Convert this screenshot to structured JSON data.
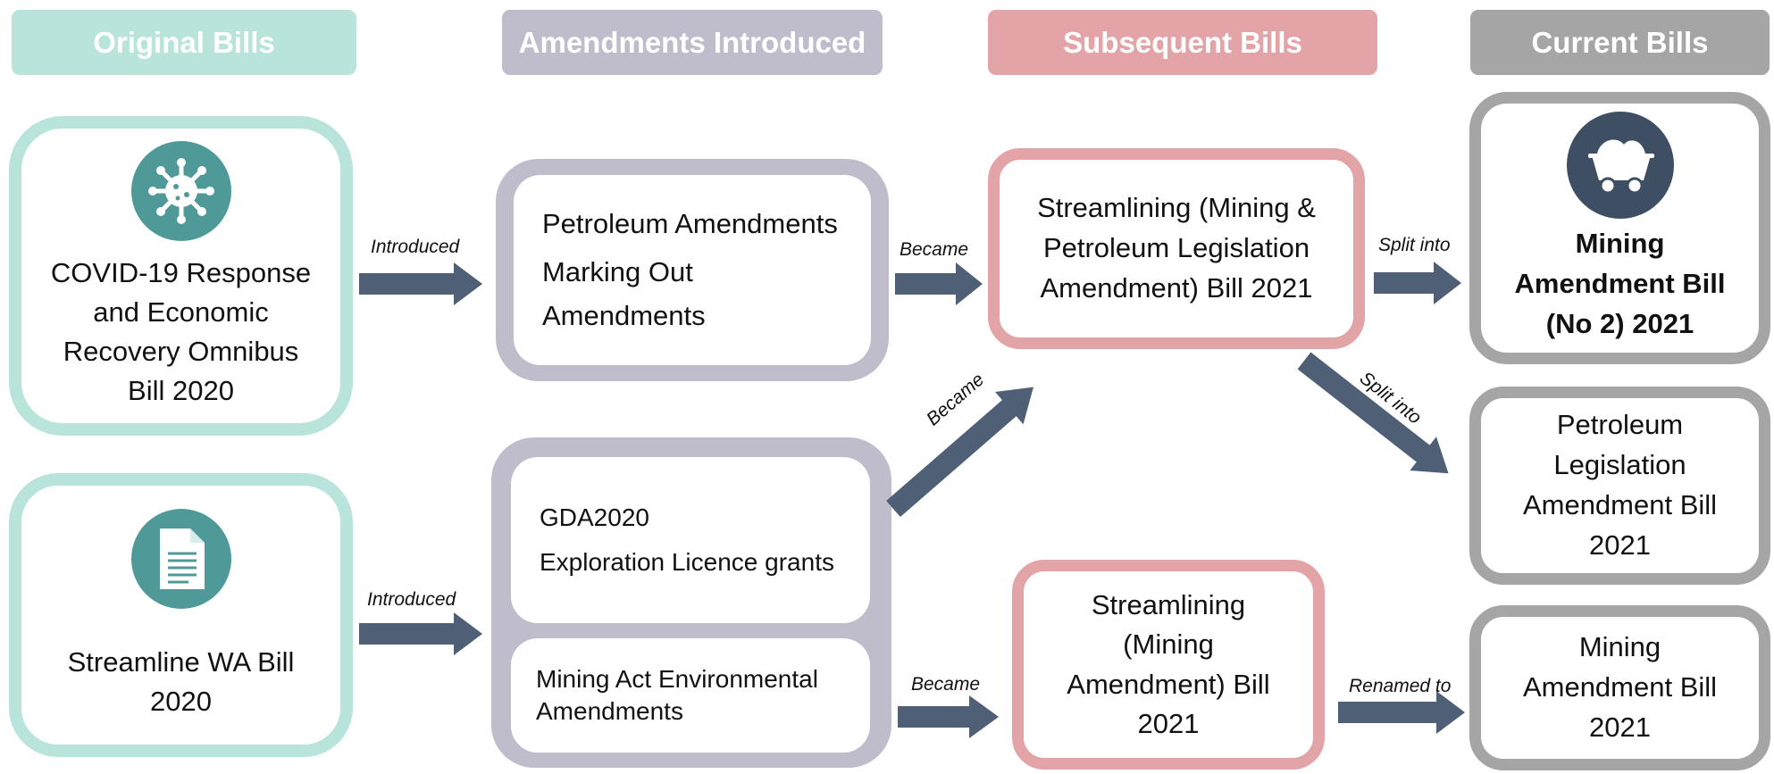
{
  "colors": {
    "original": "#b9e4dc",
    "amendments": "#bfbdcb",
    "subsequent": "#e3a4a8",
    "current": "#a5a5a5",
    "arrow": "#4f5f76",
    "icon_teal": "#4f9a99",
    "icon_navy": "#3e4f63"
  },
  "headers": {
    "original": "Original Bills",
    "amendments": "Amendments Introduced",
    "subsequent": "Subsequent Bills",
    "current": "Current Bills"
  },
  "original_bills": {
    "covid": {
      "icon": "virus-icon",
      "lines": [
        "COVID-19 Response",
        "and Economic",
        "Recovery Omnibus",
        "Bill 2020"
      ]
    },
    "streamline_wa": {
      "icon": "document-icon",
      "lines": [
        "Streamline WA Bill",
        "2020"
      ]
    }
  },
  "amendments": {
    "group1": [
      "Petroleum Amendments",
      "Marking Out",
      "Amendments"
    ],
    "group2": [
      "GDA2020",
      "Exploration Licence grants"
    ],
    "group3": [
      "Mining Act Environmental",
      "Amendments"
    ]
  },
  "subsequent_bills": {
    "mining_petroleum": [
      "Streamlining (Mining &",
      "Petroleum Legislation",
      "Amendment) Bill 2021"
    ],
    "mining": [
      "Streamlining",
      "(Mining",
      "Amendment) Bill",
      "2021"
    ]
  },
  "current_bills": {
    "mining_no2": {
      "icon": "mine-cart-icon",
      "lines": [
        "Mining",
        "Amendment Bill",
        "(No 2) 2021"
      ]
    },
    "petroleum": [
      "Petroleum",
      "Legislation",
      "Amendment Bill",
      "2021"
    ],
    "mining": [
      "Mining",
      "Amendment Bill",
      "2021"
    ]
  },
  "arrow_labels": {
    "introduced_1": "Introduced",
    "introduced_2": "Introduced",
    "became_1": "Became",
    "became_diag": "Became",
    "became_2": "Became",
    "split_into_1": "Split into",
    "split_into_2": "Split into",
    "renamed_to": "Renamed to"
  }
}
